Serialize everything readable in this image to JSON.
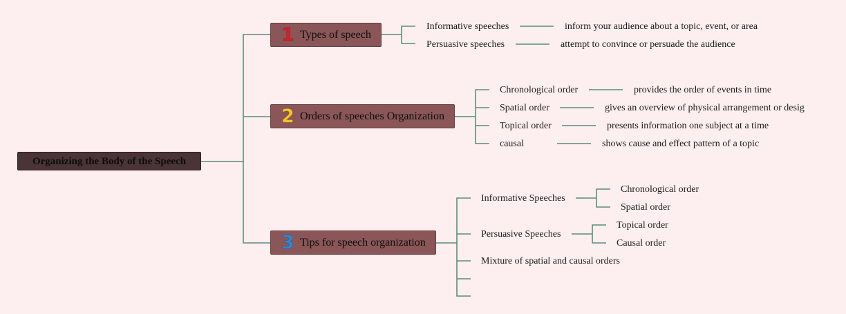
{
  "colors": {
    "background": "#fdeff0",
    "root_fill": "#4a3437",
    "topic_fill": "#8a5657",
    "connector": "#5b8c7f",
    "num1": "#d61f2c",
    "num2": "#f4c430",
    "num3": "#2e86d6"
  },
  "root": {
    "label": "Organizing the Body of the Speech"
  },
  "topics": [
    {
      "number": "1",
      "label": "Types of speech",
      "items": [
        {
          "label": "Informative speeches",
          "detail": "inform your audience about a topic, event, or area"
        },
        {
          "label": "Persuasive speeches",
          "detail": "attempt to convince or persuade the audience"
        }
      ]
    },
    {
      "number": "2",
      "label": "Orders of speeches Organization",
      "items": [
        {
          "label": "Chronological order",
          "detail": "provides the order of events in time"
        },
        {
          "label": "Spatial order",
          "detail": "gives an overview of physical arrangement or desig"
        },
        {
          "label": "Topical order",
          "detail": "presents information one subject at a time"
        },
        {
          "label": "causal",
          "detail": "shows cause and effect pattern of a topic"
        }
      ]
    },
    {
      "number": "3",
      "label": "Tips for speech organization",
      "items": [
        {
          "label": "Informative Speeches",
          "subitems": [
            "Chronological order",
            "Spatial order"
          ]
        },
        {
          "label": "Persuasive Speeches",
          "subitems": [
            "Topical order",
            "Causal order"
          ]
        },
        {
          "label": "Mixture of spatial and causal orders"
        },
        {
          "label": ""
        },
        {
          "label": ""
        }
      ]
    }
  ]
}
